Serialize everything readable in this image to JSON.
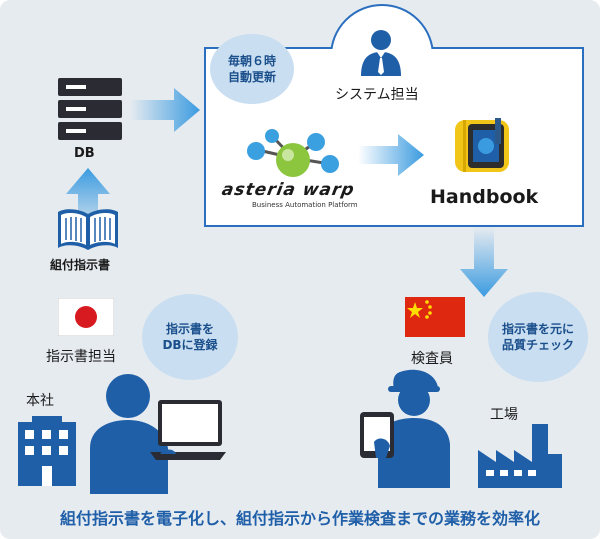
{
  "nodes": {
    "db": "DB",
    "manual": "組付指示書",
    "author": "指示書担当",
    "hq": "本社",
    "system_owner": "システム担当",
    "handbook": "Handbook",
    "inspector": "検査員",
    "factory": "工場"
  },
  "bubbles": {
    "daily_update": "毎朝６時\n自動更新",
    "register": "指示書を\nDBに登録",
    "check": "指示書を元に\n品質チェック"
  },
  "asteria": {
    "logo": "asteria warp",
    "tagline": "Business Automation Platform"
  },
  "caption": "組付指示書を電子化し、組付指示から作業検査までの業務を効率化",
  "colors": {
    "accent": "#1f5fa8",
    "frame": "#2a6fbf",
    "bubble": "#c9def0",
    "background": "#e6ebf0"
  },
  "icons": [
    "server-icon",
    "book-icon",
    "japan-flag-icon",
    "china-flag-icon",
    "person-icon",
    "laptop-icon",
    "tablet-icon",
    "office-building-icon",
    "factory-icon",
    "molecule-logo-icon",
    "handbook-app-icon",
    "arrow-icon"
  ]
}
